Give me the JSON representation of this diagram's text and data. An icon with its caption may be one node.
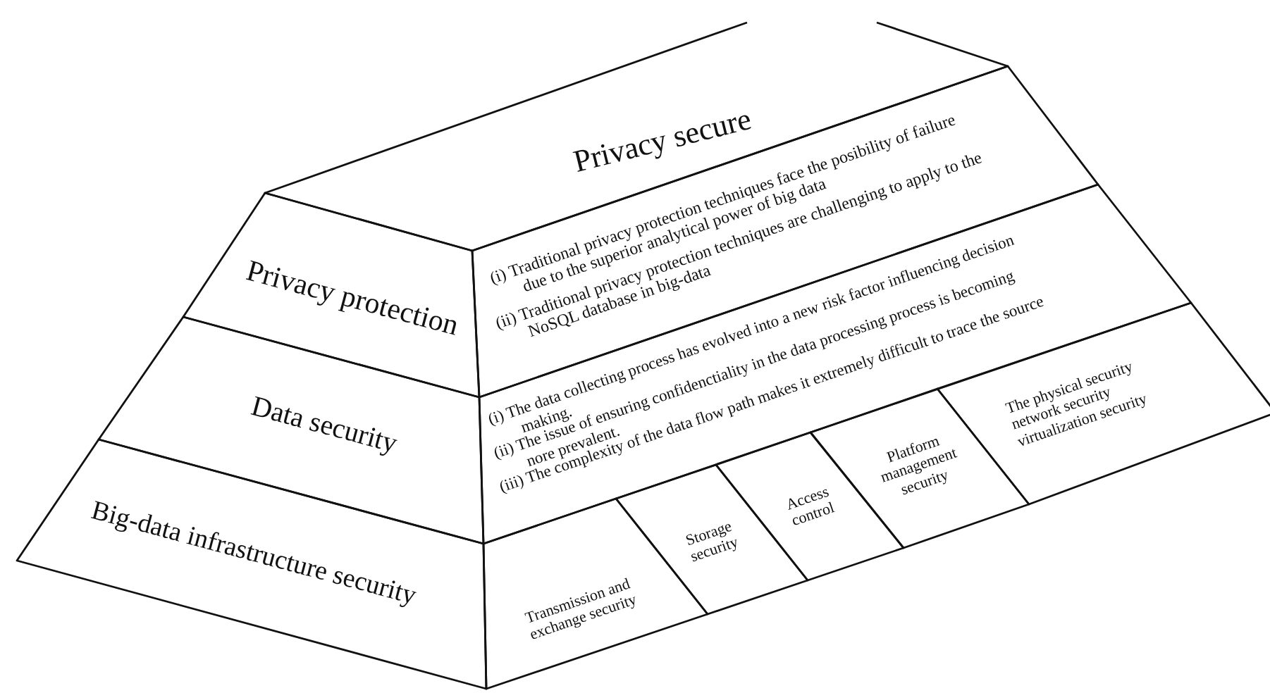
{
  "diagram": {
    "nodes": [
      {
        "text": [
          "Privacy secure"
        ]
      },
      {
        "text": [
          "Privacy protection"
        ]
      },
      {
        "text": [
          "(i) Traditional privacy protection techniques face the posibility of failure due to the superior analytical power of big data",
          "(ii) Traditional privacy protection techniques are challenging to apply to the NoSQL database in big-data"
        ]
      },
      {
        "text": [
          "Data security"
        ]
      },
      {
        "text": [
          "(i) The data collecting process has evolved into a new risk factor influencing decision making.",
          "(ii) The issue of ensuring confidenctiality in the data processing process is becoming nore prevalent.",
          "(iii) The complexity of the data flow path makes it extremely difficult to trace the source"
        ]
      },
      {
        "text": [
          "Big-data infrastructure security"
        ]
      },
      {
        "text": [
          "Transmission and exchange security"
        ]
      },
      {
        "text": [
          "Storage security"
        ]
      },
      {
        "text": [
          "Access control"
        ]
      },
      {
        "text": [
          "Platform management security"
        ]
      },
      {
        "text": [
          "The physical security network security virtualization security"
        ]
      }
    ],
    "edges": []
  }
}
